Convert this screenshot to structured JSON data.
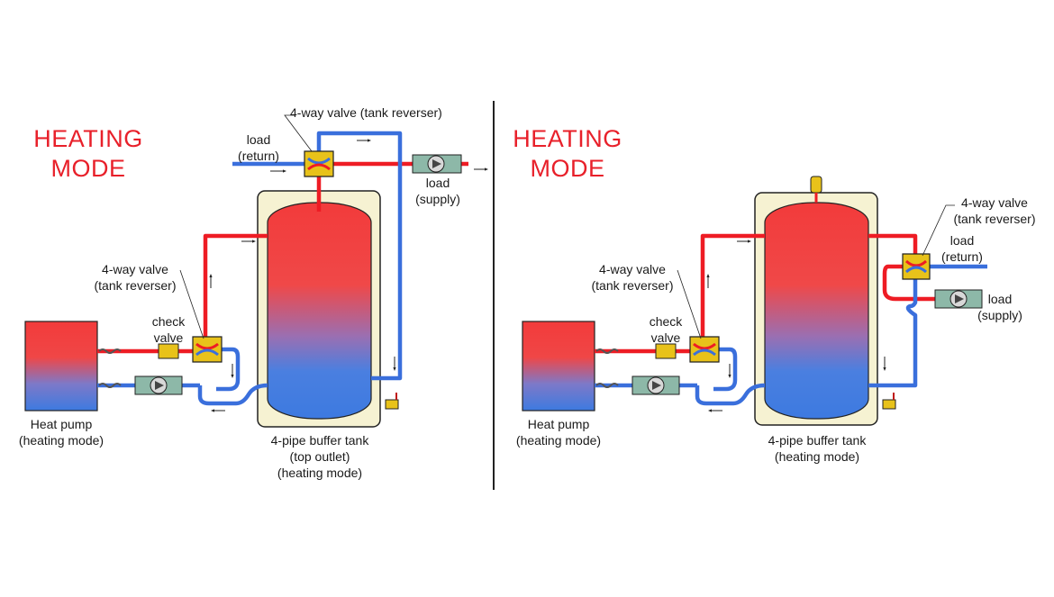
{
  "left_panel": {
    "mode_line1": "HEATING",
    "mode_line2": "MODE",
    "top_valve_label": "4-way valve (tank reverser)",
    "load_return_line1": "load",
    "load_return_line2": "(return)",
    "load_supply_line1": "load",
    "load_supply_line2": "(supply)",
    "side_valve_line1": "4-way valve",
    "side_valve_line2": "(tank reverser)",
    "check_valve_line1": "check",
    "check_valve_line2": "valve",
    "heat_pump_line1": "Heat pump",
    "heat_pump_line2": "(heating mode)",
    "tank_line1": "4-pipe buffer tank",
    "tank_line2": "(top outlet)",
    "tank_line3": "(heating mode)"
  },
  "right_panel": {
    "mode_line1": "HEATING",
    "mode_line2": "MODE",
    "top_valve_line1": "4-way valve",
    "top_valve_line2": "(tank reverser)",
    "load_return_line1": "load",
    "load_return_line2": "(return)",
    "load_supply_line1": "load",
    "load_supply_line2": "(supply)",
    "side_valve_line1": "4-way valve",
    "side_valve_line2": "(tank reverser)",
    "check_valve_line1": "check",
    "check_valve_line2": "valve",
    "heat_pump_line1": "Heat pump",
    "heat_pump_line2": "(heating mode)",
    "tank_line1": "4-pipe buffer tank",
    "tank_line2": "(heating mode)"
  },
  "colors": {
    "hot": "#ee1c24",
    "cold": "#3a6fdc",
    "tank_jacket": "#f6f2d2",
    "fittings": "#e8c21a",
    "text_accent": "#e8202a"
  }
}
